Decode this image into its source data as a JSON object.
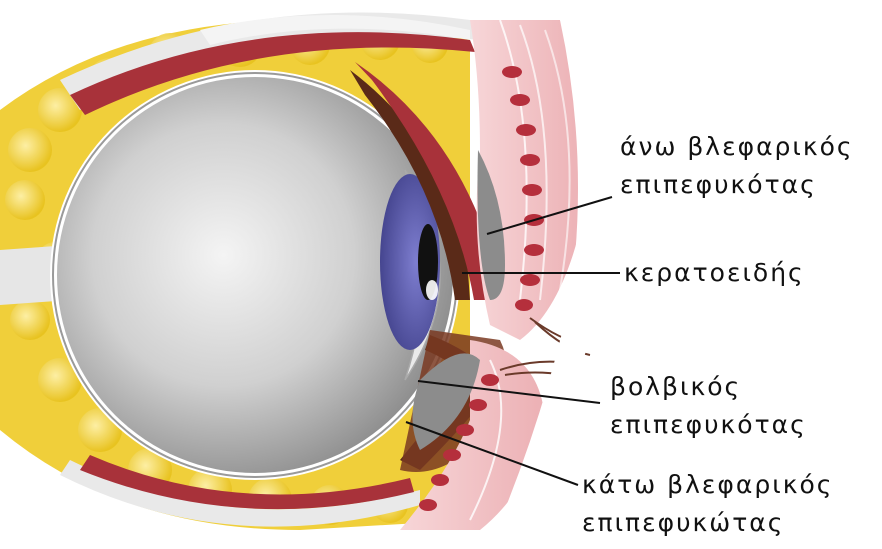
{
  "labels": {
    "upper_palpebral": {
      "line1": "άνω βλεφαρικός",
      "line2": "επιπεφυκότας"
    },
    "cornea": {
      "line1": "κερατοειδής"
    },
    "bulbar": {
      "line1": "βολβικός",
      "line2": "επιπεφυκότας"
    },
    "lower_palpebral": {
      "line1": "κάτω βλεφαρικός",
      "line2": "επιπεφυκώτας"
    }
  },
  "colors": {
    "fat": "#f3d23c",
    "eyeball": "#c9c9c9",
    "iris": "#5a5aa8",
    "muscle": "#a8323a",
    "eyelid_skin": "#f4c3c6",
    "conjunctiva": "#8c8c8c"
  }
}
